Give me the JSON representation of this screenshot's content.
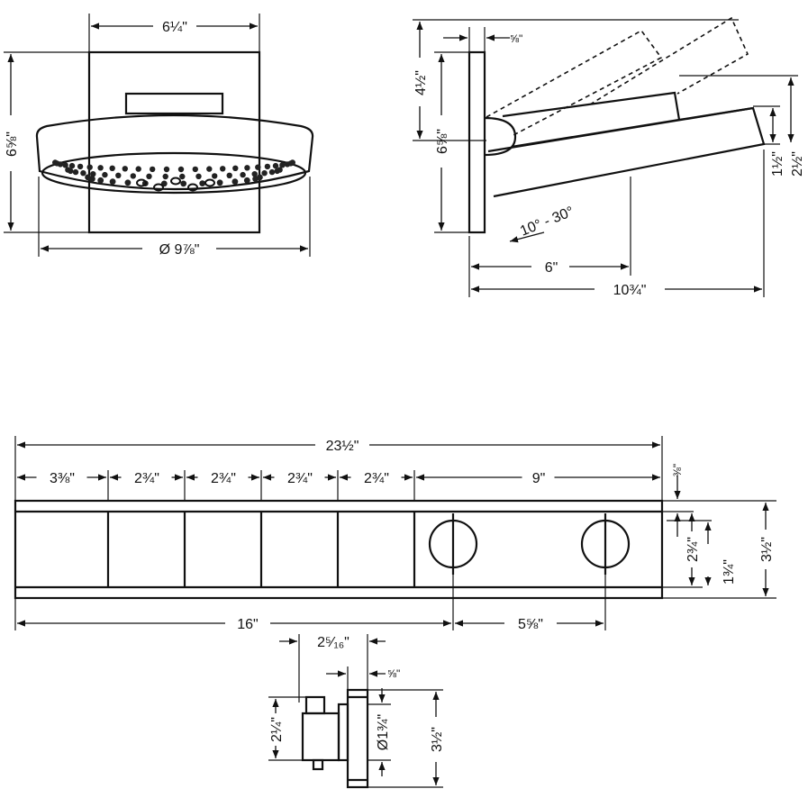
{
  "shower_head_front": {
    "width_label": "6¼\"",
    "height_label": "6⅝\"",
    "diameter_label": "Ø 9⅞\""
  },
  "shower_head_side": {
    "plate_depth_label": "⅝\"",
    "upper_height_label": "4½\"",
    "plate_height_label": "6⅝\"",
    "head_thickness_label": "1½\"",
    "head_outer_label": "2½\"",
    "tilt_label": "10° - 30°",
    "arm_label": "6\"",
    "projection_label": "10¾\""
  },
  "thermostat_front": {
    "total_width_label": "23½\"",
    "segment_labels": [
      "3⅜\"",
      "2¾\"",
      "2¾\"",
      "2¾\"",
      "2¾\"",
      "9\""
    ],
    "top_offset_label": "⅜\"",
    "inner_height_label": "2¾\"",
    "knob_height_label": "1¾\"",
    "total_height_label": "3½\"",
    "left_offset_label": "16\"",
    "knob_spacing_label": "5⅝\""
  },
  "thermostat_side": {
    "depth_label": "2⁵⁄₁₆\"",
    "plate_depth_label": "⅝\"",
    "body_height_label": "2¼\"",
    "diameter_label": "Ø1¾\"",
    "height_label": "3½\""
  }
}
